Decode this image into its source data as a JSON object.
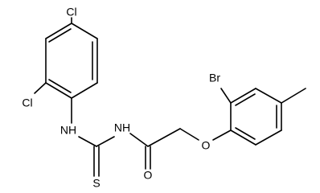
{
  "atoms": {
    "cl_top": "Cl",
    "cl_left": "Cl",
    "nh_left": "NH",
    "nh_right": "NH",
    "s": "S",
    "o_carbonyl": "O",
    "o_ether": "O",
    "br": "Br"
  },
  "colors": {
    "bond": "#000000",
    "background": "#ffffff"
  }
}
